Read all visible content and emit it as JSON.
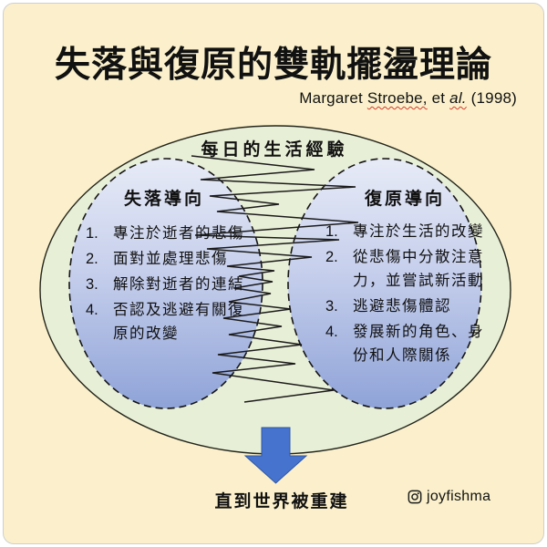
{
  "colors": {
    "background": "#FBF0CB",
    "frame_border": "#CFCFCF",
    "outer_ellipse_fill": "#E8EFD7",
    "outer_ellipse_stroke": "#23251C",
    "oval_gradient_top": "#E7EBF7",
    "oval_gradient_mid": "#C6CFEC",
    "oval_gradient_bottom": "#8FA3D8",
    "oval_dash_stroke": "#151515",
    "zigzag_stroke": "#1B1B1B",
    "arrow_fill": "#4673CE",
    "arrow_stroke": "#2E57A6",
    "text": "#111111",
    "squiggle": "#D23B2F"
  },
  "header": {
    "title": "失落與復原的雙軌擺盪理論",
    "subtitle": {
      "prefix": "Margaret ",
      "name_misspelled": "Stroebe,",
      "mid": " et ",
      "etal_italic": "al.",
      "suffix": " (1998)"
    }
  },
  "diagram": {
    "outer_label": "每日的生活經驗",
    "left_oval": {
      "title": "失落導向",
      "items": [
        "專注於逝者的悲傷",
        "面對並處理悲傷",
        "解除對逝者的連結",
        "否認及逃避有關復原的改變"
      ]
    },
    "right_oval": {
      "title": "復原導向",
      "items": [
        "專注於生活的改變",
        "從悲傷中分散注意力，並嘗試新活動",
        "逃避悲傷體認",
        "發展新的角色、身份和人際關係"
      ]
    },
    "arrow_label": "直到世界被重建"
  },
  "footer": {
    "instagram_handle": "joyfishma"
  }
}
